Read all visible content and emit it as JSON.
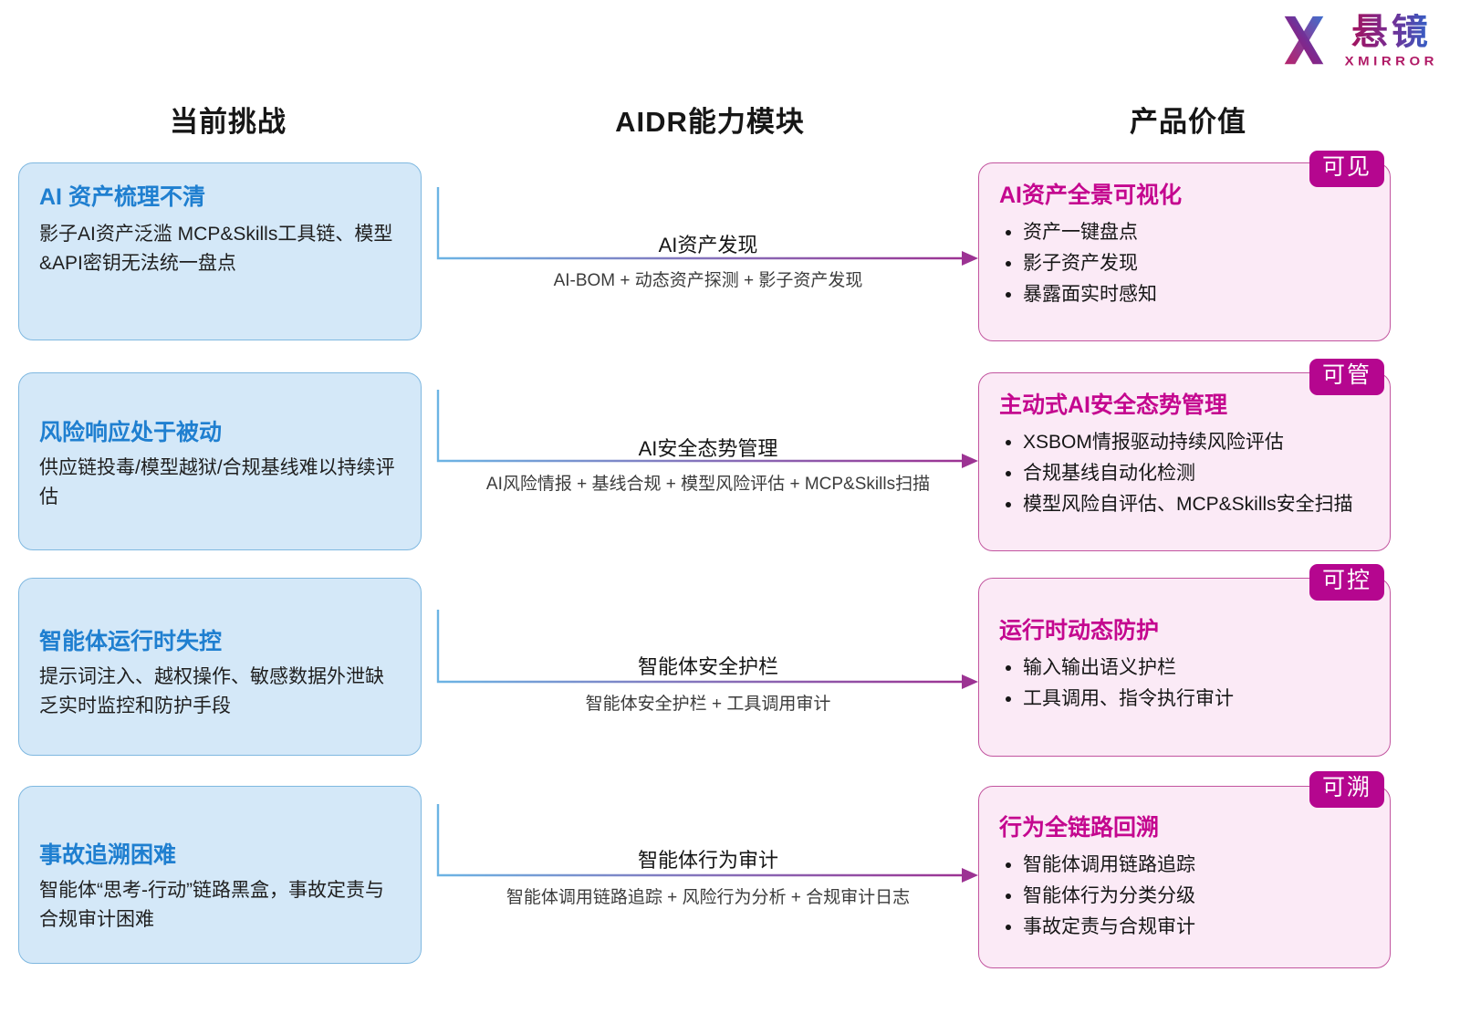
{
  "logo": {
    "cn": "悬镜",
    "en": "XMIRROR",
    "mark": "double-helix-mark"
  },
  "headings": {
    "challenge": "当前挑战",
    "capability": "AIDR能力模块",
    "value": "产品价值"
  },
  "rows": [
    {
      "challenge": {
        "title": "AI 资产梳理不清",
        "body": "影子AI资产泛滥\nMCP&Skills工具链、模型&API密钥无法统一盘点"
      },
      "capability": {
        "title": "AI资产发现",
        "sub": "AI-BOM + 动态资产探测 + 影子资产发现"
      },
      "value": {
        "badge": "可见",
        "title": "AI资产全景可视化",
        "items": [
          "资产一键盘点",
          "影子资产发现",
          "暴露面实时感知"
        ]
      }
    },
    {
      "challenge": {
        "title": "风险响应处于被动",
        "body": "供应链投毒/模型越狱/合规基线难以持续评估"
      },
      "capability": {
        "title": "AI安全态势管理",
        "sub": "AI风险情报 + 基线合规 + 模型风险评估 + MCP&Skills扫描"
      },
      "value": {
        "badge": "可管",
        "title": "主动式AI安全态势管理",
        "items": [
          "XSBOM情报驱动持续风险评估",
          "合规基线自动化检测",
          "模型风险自评估、MCP&Skills安全扫描"
        ]
      }
    },
    {
      "challenge": {
        "title": "智能体运行时失控",
        "body": "提示词注入、越权操作、敏感数据外泄缺乏实时监控和防护手段"
      },
      "capability": {
        "title": "智能体安全护栏",
        "sub": "智能体安全护栏 + 工具调用审计"
      },
      "value": {
        "badge": "可控",
        "title": "运行时动态防护",
        "items": [
          "输入输出语义护栏",
          "工具调用、指令执行审计"
        ]
      }
    },
    {
      "challenge": {
        "title": "事故追溯困难",
        "body": "智能体“思考-行动”链路黑盒，事故定责与合规审计困难"
      },
      "capability": {
        "title": "智能体行为审计",
        "sub": "智能体调用链路追踪 + 风险行为分析 + 合规审计日志"
      },
      "value": {
        "badge": "可溯",
        "title": "行为全链路回溯",
        "items": [
          "智能体调用链路追踪",
          "智能体行为分类分级",
          "事故定责与合规审计"
        ]
      }
    }
  ],
  "colors": {
    "challenge_fill": "#d4e8f8",
    "challenge_border": "#7fb8e0",
    "challenge_title": "#1f7fd0",
    "value_fill": "#fbeaf6",
    "value_border": "#c2559f",
    "value_title": "#c4078f",
    "badge_fill": "#b5068f",
    "arrow_start": "#6cb4e4",
    "arrow_end": "#9c3393"
  }
}
